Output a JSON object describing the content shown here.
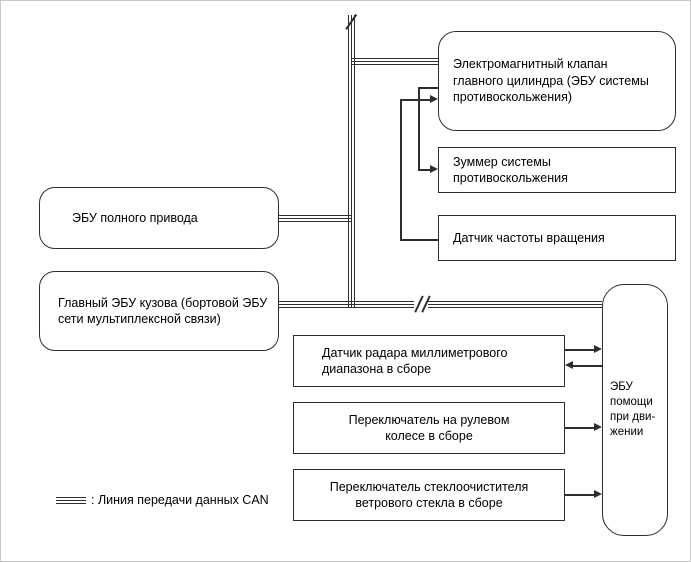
{
  "legend": {
    "icon": "can-line-icon",
    "label": ": Линия передачи данных CAN"
  },
  "nodes": {
    "solenoid": {
      "text": "Электромагнитный клапан главного цилиндра (ЭБУ системы противоскольжения)",
      "shape": "rounded"
    },
    "buzzer": {
      "text": "Зуммер системы противоскольжения",
      "shape": "rect"
    },
    "speed_sensor": {
      "text": "Датчик частоты вращения",
      "shape": "rect"
    },
    "awd_ecu": {
      "text": "ЭБУ полного привода",
      "shape": "rounded"
    },
    "main_body_ecu": {
      "text": "Главный ЭБУ кузова (бортовой ЭБУ сети мультиплексной связи)",
      "shape": "rounded"
    },
    "radar_sensor": {
      "text": "Датчик радара миллиметрового диапазона в сборе",
      "shape": "rect"
    },
    "steering_switch": {
      "text": "Переключатель на рулевом колесе в сборе",
      "shape": "rect"
    },
    "wiper_switch": {
      "text": "Переключатель стеклоочистителя ветрового стекла в сборе",
      "shape": "rect"
    },
    "driving_assist_ecu": {
      "text": "ЭБУ помощи при дви-жении",
      "shape": "rounded"
    }
  },
  "connections": {
    "can_bus": [
      "awd_ecu",
      "main_body_ecu",
      "solenoid",
      "driving_assist_ecu"
    ],
    "arrows": [
      {
        "from": "speed_sensor",
        "to": "solenoid"
      },
      {
        "from": "solenoid",
        "to": "buzzer"
      },
      {
        "from": "radar_sensor",
        "to": "driving_assist_ecu",
        "bidirectional": true
      },
      {
        "from": "steering_switch",
        "to": "driving_assist_ecu"
      },
      {
        "from": "wiper_switch",
        "to": "driving_assist_ecu"
      }
    ]
  },
  "colors": {
    "line": "#2e2e2e",
    "background": "#ffffff",
    "text": "#000000"
  }
}
